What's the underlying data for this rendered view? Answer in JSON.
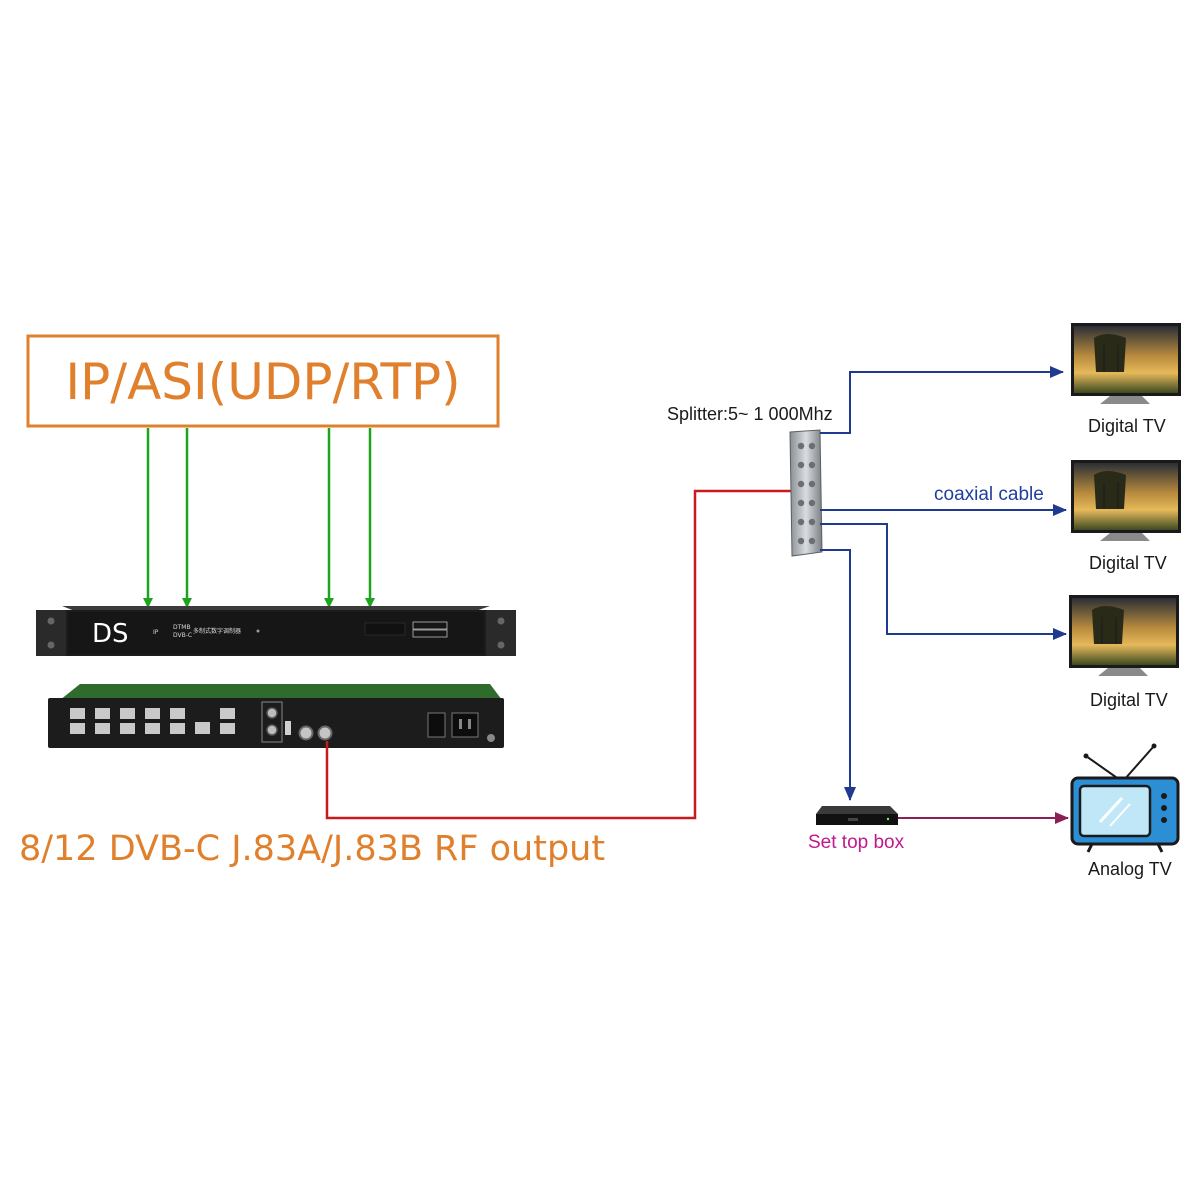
{
  "labels": {
    "input_protocol": "IP/ASI(UDP/RTP)",
    "rf_output": "8/12 DVB-C J.83A/J.83B RF output",
    "splitter": "Splitter:5~ 1 000Mhz",
    "coaxial_cable": "coaxial cable",
    "set_top_box": "Set top box",
    "digital_tv_1": "Digital TV",
    "digital_tv_2": "Digital TV",
    "digital_tv_3": "Digital TV",
    "analog_tv": "Analog TV"
  },
  "device_front": {
    "brand": "DS",
    "ip_label": "IP",
    "dtmb_label": "DTMB",
    "dvbc_label": "DVB-C",
    "model_text": "多制式数字调制器"
  },
  "colors": {
    "title_orange": "#e07f2c",
    "input_arrow_green": "#1ea31e",
    "rf_line_red": "#c8191e",
    "coax_line_blue": "#1f3a8f",
    "stb_line_purple": "#8c1f55",
    "device_dark": "#1c1c1c",
    "device_green_top": "#2f6b2c"
  },
  "icons": {
    "splitter": "splitter-icon",
    "set_top_box": "set-top-box-icon",
    "digital_tv": "flat-tv-icon",
    "analog_tv": "crt-tv-icon"
  }
}
